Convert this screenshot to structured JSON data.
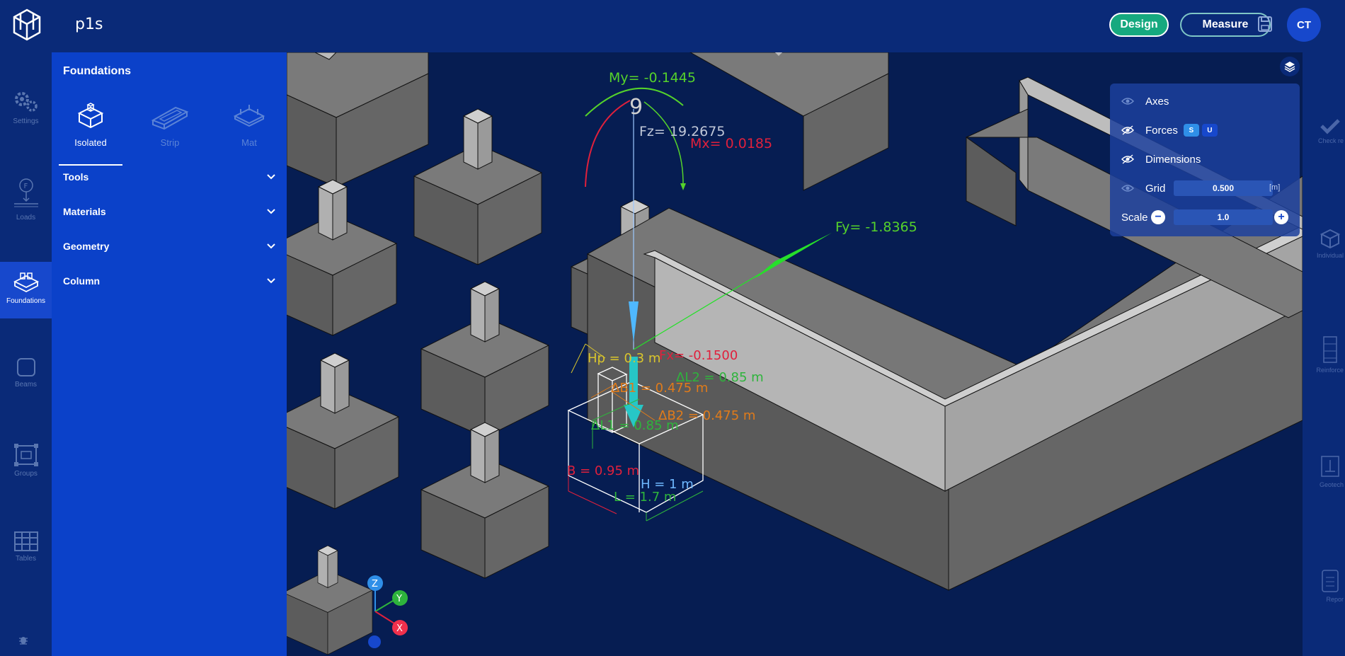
{
  "app": {
    "project_name": "p1s",
    "avatar_initials": "CT"
  },
  "header": {
    "design_label": "Design",
    "measure_label": "Measure"
  },
  "rail": {
    "items": [
      {
        "label": "Settings"
      },
      {
        "label": "Loads"
      },
      {
        "label": "Foundations"
      },
      {
        "label": "Beams"
      },
      {
        "label": "Groups"
      },
      {
        "label": "Tables"
      }
    ]
  },
  "panel": {
    "title": "Foundations",
    "tabs": [
      {
        "label": "Isolated"
      },
      {
        "label": "Strip"
      },
      {
        "label": "Mat"
      }
    ],
    "sections": [
      {
        "label": "Tools"
      },
      {
        "label": "Materials"
      },
      {
        "label": "Geometry"
      },
      {
        "label": "Column"
      }
    ]
  },
  "right_rail": {
    "items": [
      {
        "label": "Check re"
      },
      {
        "label": "Individual"
      },
      {
        "label": "Reinforce"
      },
      {
        "label": "Geotech"
      },
      {
        "label": "Repor"
      }
    ]
  },
  "visibility": {
    "axes_label": "Axes",
    "forces_label": "Forces",
    "forces_s": "S",
    "forces_u": "U",
    "dimensions_label": "Dimensions",
    "grid_label": "Grid",
    "grid_value": "0.500",
    "grid_unit": "[m]",
    "scale_label": "Scale",
    "scale_value": "1.0"
  },
  "scene": {
    "node_number": "9",
    "my_label": "My= -0.1445",
    "fz_label": "Fz= 19.2675",
    "mx_label": "Mx= 0.0185",
    "fy_label": "Fy= -1.8365",
    "fx_label": "Fx= -0.1500",
    "hp_label": "Hp = 0.3 m",
    "al2_label": "ΔL2 = 0.85 m",
    "db1_label": "ΔB1 = 0.475 m",
    "db2_label": "ΔB2 = 0.475 m",
    "al1_label": "ΔL1 = 0.85 m",
    "b_label": "B = 0.95 m",
    "h_label": "H = 1 m",
    "l_label": "L = 1.7 m",
    "axis_z": "Z",
    "axis_y": "Y",
    "axis_x": "X",
    "colors": {
      "moment_my": "#55d22b",
      "moment_mx": "#e0203c",
      "fz": "#9cc8ff",
      "fy": "#26e02a",
      "fx": "#e0203c",
      "hp": "#d9c52c",
      "ab": "#e07b1a",
      "al": "#2eb43c",
      "h": "#6fb8ff"
    }
  }
}
